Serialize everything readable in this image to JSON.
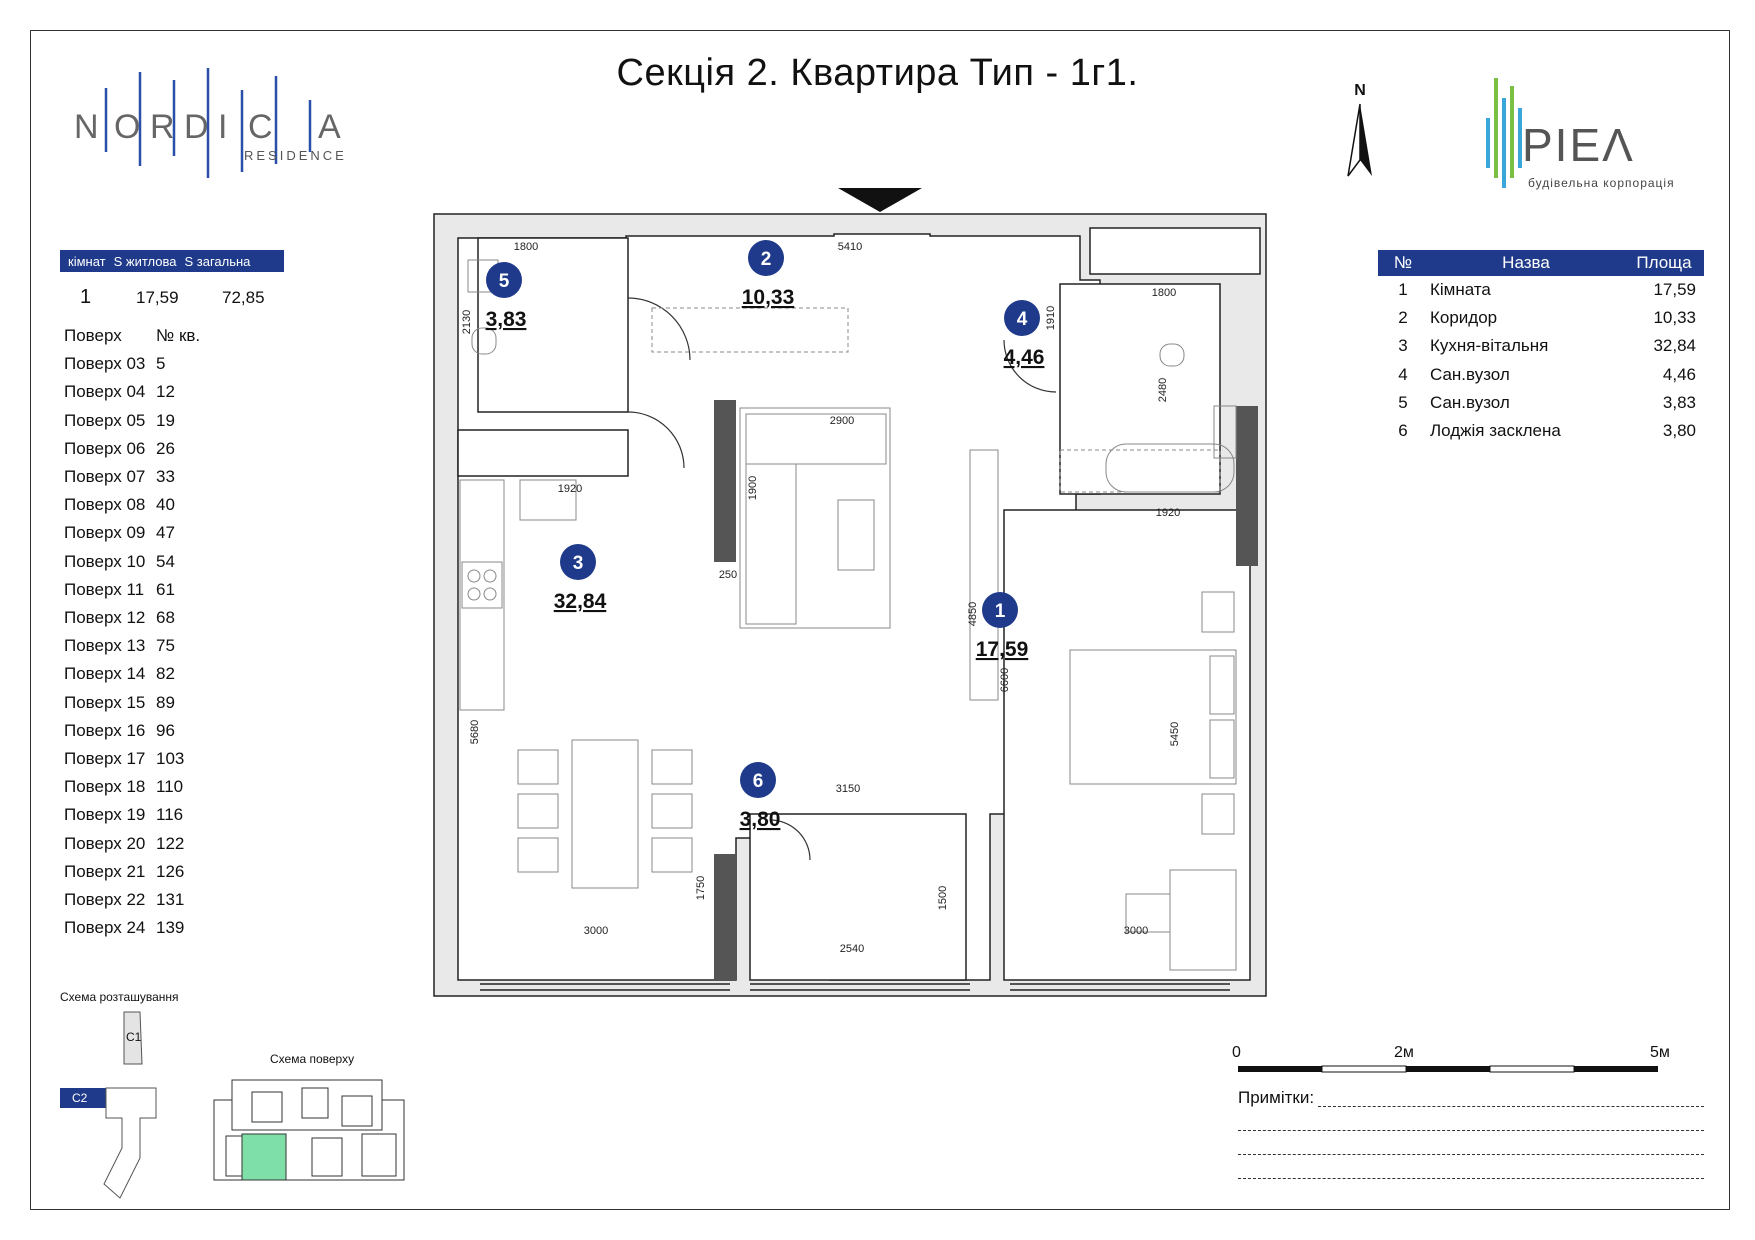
{
  "title": "Секція 2. Квартира Тип - 1г1.",
  "brand": {
    "nordica_letters": [
      "N",
      "O",
      "R",
      "D",
      "I",
      "C",
      "A"
    ],
    "nordica_sub": "RESIDENCE",
    "riel_name": "PIEΛ",
    "riel_sub": "будівельна корпорація",
    "accent": "#1f3a8a"
  },
  "compass": {
    "label": "N"
  },
  "summary": {
    "headers": [
      "кімнат",
      "S житлова",
      "S загальна"
    ],
    "rooms": "1",
    "living_area": "17,59",
    "total_area": "72,85"
  },
  "floors": {
    "headers": [
      "Поверх",
      "№ кв."
    ],
    "rows": [
      [
        "Поверх 03",
        "5"
      ],
      [
        "Поверх 04",
        "12"
      ],
      [
        "Поверх 05",
        "19"
      ],
      [
        "Поверх 06",
        "26"
      ],
      [
        "Поверх 07",
        "33"
      ],
      [
        "Поверх 08",
        "40"
      ],
      [
        "Поверх 09",
        "47"
      ],
      [
        "Поверх 10",
        "54"
      ],
      [
        "Поверх 11",
        "61"
      ],
      [
        "Поверх 12",
        "68"
      ],
      [
        "Поверх 13",
        "75"
      ],
      [
        "Поверх 14",
        "82"
      ],
      [
        "Поверх 15",
        "89"
      ],
      [
        "Поверх 16",
        "96"
      ],
      [
        "Поверх 17",
        "103"
      ],
      [
        "Поверх 18",
        "110"
      ],
      [
        "Поверх 19",
        "116"
      ],
      [
        "Поверх 20",
        "122"
      ],
      [
        "Поверх 21",
        "126"
      ],
      [
        "Поверх 22",
        "131"
      ],
      [
        "Поверх 24",
        "139"
      ]
    ]
  },
  "areas_table": {
    "headers": [
      "№",
      "Назва",
      "Площа"
    ],
    "rows": [
      [
        "1",
        "Кімната",
        "17,59"
      ],
      [
        "2",
        "Коридор",
        "10,33"
      ],
      [
        "3",
        "Кухня-вітальня",
        "32,84"
      ],
      [
        "4",
        "Сан.вузол",
        "4,46"
      ],
      [
        "5",
        "Сан.вузол",
        "3,83"
      ],
      [
        "6",
        "Лоджія засклена",
        "3,80"
      ]
    ]
  },
  "plan": {
    "rooms": [
      {
        "n": "1",
        "area": "17,59"
      },
      {
        "n": "2",
        "area": "10,33"
      },
      {
        "n": "3",
        "area": "32,84"
      },
      {
        "n": "4",
        "area": "4,46"
      },
      {
        "n": "5",
        "area": "3,83"
      },
      {
        "n": "6",
        "area": "3,80"
      }
    ],
    "dimensions": [
      "1800",
      "5410",
      "2130",
      "1910",
      "1800",
      "2480",
      "2900",
      "1900",
      "250",
      "1920",
      "1920",
      "4850",
      "6600",
      "5450",
      "5680",
      "3150",
      "1750",
      "1500",
      "3000",
      "2540",
      "3000"
    ]
  },
  "schemes": {
    "location_label": "Схема розташування",
    "floor_label": "Схема поверху",
    "c1": "C1",
    "c2": "C2",
    "highlight": "#7ee0a8"
  },
  "scale": {
    "labels": [
      "0",
      "2м",
      "5м"
    ]
  },
  "notes": {
    "label": "Примітки:"
  }
}
